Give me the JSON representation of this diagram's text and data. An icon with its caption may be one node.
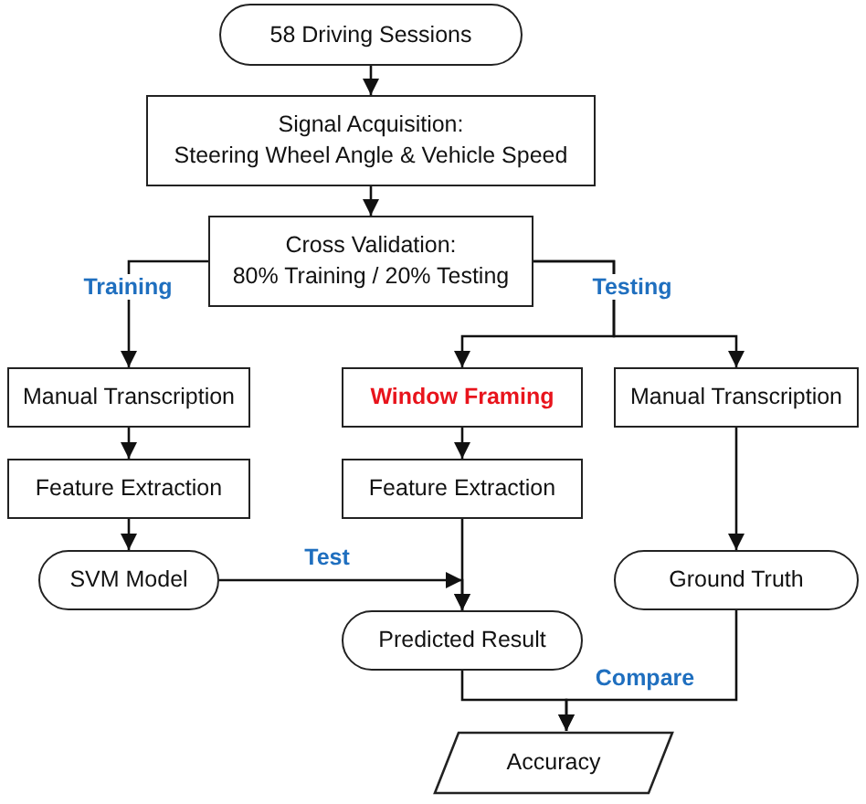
{
  "diagram": {
    "nodes": [
      {
        "text": [
          "58 Driving Sessions"
        ]
      },
      {
        "text": [
          "Signal Acquisition:",
          "Steering Wheel Angle & Vehicle Speed"
        ]
      },
      {
        "text": [
          "Cross Validation:",
          "80% Training / 20% Testing"
        ]
      },
      {
        "text": [
          "Manual Transcription"
        ]
      },
      {
        "text": [
          "Window Framing"
        ]
      },
      {
        "text": [
          "Manual Transcription"
        ]
      },
      {
        "text": [
          "Feature Extraction"
        ]
      },
      {
        "text": [
          "Feature Extraction"
        ]
      },
      {
        "text": [
          "SVM Model"
        ]
      },
      {
        "text": [
          "Ground Truth"
        ]
      },
      {
        "text": [
          "Predicted Result"
        ]
      },
      {
        "text": [
          "Accuracy"
        ]
      }
    ],
    "edges": [
      {
        "from": 0,
        "to": 1,
        "arrow": "to"
      },
      {
        "from": 1,
        "to": 2,
        "arrow": "to"
      },
      {
        "from": 2,
        "to": 3,
        "arrow": "to",
        "label": "Training"
      },
      {
        "from": 2,
        "to": 4,
        "arrow": "to",
        "label": "Testing"
      },
      {
        "from": 2,
        "to": 5,
        "arrow": "to"
      },
      {
        "from": 3,
        "to": 6,
        "arrow": "to"
      },
      {
        "from": 6,
        "to": 8,
        "arrow": "to"
      },
      {
        "from": 4,
        "to": 7,
        "arrow": "to"
      },
      {
        "from": 7,
        "to": 10,
        "arrow": "to"
      },
      {
        "from": 8,
        "to": 10,
        "arrow": "to",
        "label": "Test"
      },
      {
        "from": 5,
        "to": 9,
        "arrow": "to"
      },
      {
        "from": 10,
        "to": 11,
        "arrow": "to"
      },
      {
        "from": 9,
        "to": 11,
        "arrow": "to",
        "label": "Compare"
      }
    ]
  }
}
